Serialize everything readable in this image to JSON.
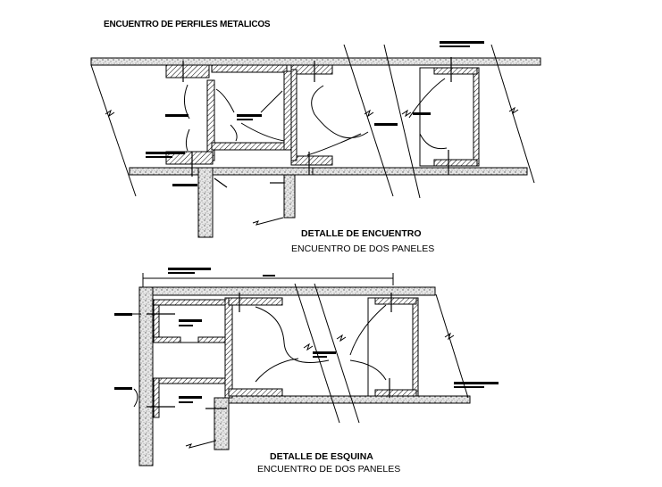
{
  "drawing": {
    "main_title": "ENCUENTRO DE PERFILES METALICOS",
    "detail_1": {
      "title": "DETALLE DE ENCUENTRO",
      "subtitle": "ENCUENTRO DE DOS PANELES"
    },
    "detail_2": {
      "title": "DETALLE DE ESQUINA",
      "subtitle": "ENCUENTRO DE DOS PANELES"
    }
  },
  "colors": {
    "line": "#000000",
    "fill": "#c8c8c8",
    "background": "#ffffff"
  }
}
